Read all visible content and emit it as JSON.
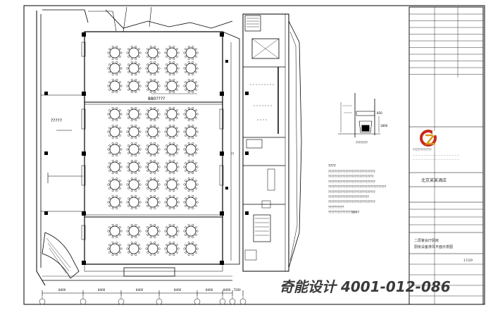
{
  "plan": {
    "hall_dimension": "880????",
    "room_label": "?????",
    "small_room_label": "??",
    "dims_bottom": [
      "8400",
      "8400",
      "8400",
      "8400",
      "8400",
      "8400",
      "7200"
    ],
    "axis_bottom": [
      "①",
      "②",
      "③",
      "④",
      "⑤",
      "⑥",
      "⑦",
      "⑧"
    ]
  },
  "notes": {
    "heading": "????",
    "lines": [
      "??????????????????????????????",
      "?????????????????????????????",
      "??????????????????????????????",
      "?????????????????????????????????????",
      "??????????????????????????????",
      "??????????????????????????",
      "??????????????????????????????",
      "??????????",
      "???????????????8807"
    ]
  },
  "detail": {
    "label": "????????",
    "dim_a": "850",
    "dim_b": "1800"
  },
  "title_block": {
    "company": "????????????",
    "project": "北京某某酒店",
    "drawing_title_1": "二层宴会厅厨房",
    "drawing_title_2": "厨房设备排风平面示意图",
    "drawing_no": "17/29"
  },
  "watermark": "奇能设计  4001-012-086",
  "colors": {
    "line": "#000000",
    "logo_red": "#c8281e",
    "logo_gold": "#d79a1a",
    "watermark": "#3a3a3a"
  }
}
